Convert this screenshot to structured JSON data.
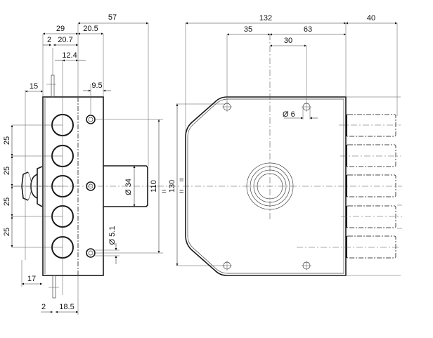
{
  "drawing": {
    "side_view": {
      "dims": {
        "d29": "29",
        "d57": "57",
        "d2_top": "2",
        "d20_7": "20.7",
        "d20_5": "20.5",
        "d12_4": "12.4",
        "d15": "15",
        "d9_5": "9.5",
        "d25_a": "25",
        "d25_b": "25",
        "d25_c": "25",
        "d25_d": "25",
        "d34": "Ø 34",
        "d110": "110",
        "d130": "130",
        "d5_1": "Ø 5.1",
        "d17": "17",
        "d2_bottom": "2",
        "d18_5": "18.5",
        "eq": "="
      }
    },
    "front_view": {
      "dims": {
        "d132": "132",
        "d40": "40",
        "d35": "35",
        "d63": "63",
        "d30": "30",
        "d6": "Ø 6"
      }
    },
    "colors": {
      "line": "#1a1a1a",
      "background": "#ffffff"
    }
  }
}
